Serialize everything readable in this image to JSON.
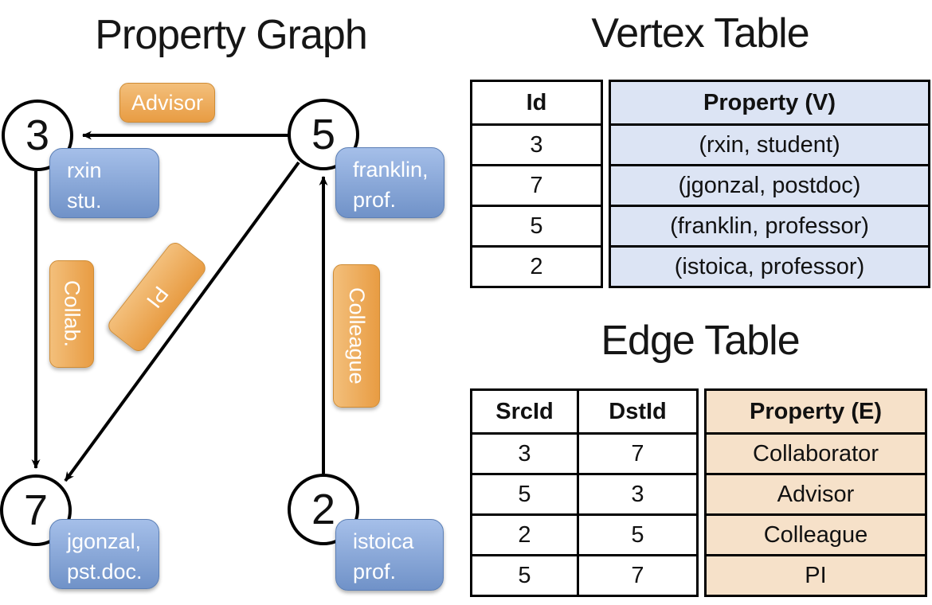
{
  "graph": {
    "title": "Property Graph",
    "nodes": [
      {
        "id": "3",
        "label_line1": "rxin",
        "label_line2": "stu."
      },
      {
        "id": "5",
        "label_line1": "franklin,",
        "label_line2": "prof."
      },
      {
        "id": "7",
        "label_line1": "jgonzal,",
        "label_line2": "pst.doc."
      },
      {
        "id": "2",
        "label_line1": "istoica",
        "label_line2": "prof."
      }
    ],
    "edges": [
      {
        "label": "Advisor",
        "src": "5",
        "dst": "3"
      },
      {
        "label": "Collab.",
        "src": "3",
        "dst": "7"
      },
      {
        "label": "PI",
        "src": "5",
        "dst": "7"
      },
      {
        "label": "Colleague",
        "src": "2",
        "dst": "5"
      }
    ]
  },
  "vertex_table": {
    "title": "Vertex Table",
    "columns": [
      "Id",
      "Property (V)"
    ],
    "rows": [
      [
        "3",
        "(rxin, student)"
      ],
      [
        "7",
        "(jgonzal, postdoc)"
      ],
      [
        "5",
        "(franklin, professor)"
      ],
      [
        "2",
        "(istoica, professor)"
      ]
    ]
  },
  "edge_table": {
    "title": "Edge Table",
    "columns": [
      "SrcId",
      "DstId",
      "Property (E)"
    ],
    "rows": [
      [
        "3",
        "7",
        "Collaborator"
      ],
      [
        "5",
        "3",
        "Advisor"
      ],
      [
        "2",
        "5",
        "Colleague"
      ],
      [
        "5",
        "7",
        "PI"
      ]
    ]
  },
  "colors": {
    "edge_stroke": "#000000",
    "orange_box_top": "#f3bf7b",
    "orange_box_bottom": "#e89c43",
    "blue_box_top": "#a5bfe9",
    "blue_box_bottom": "#7092c8",
    "vertex_fill": "#dce4f4",
    "edge_fill": "#f6e1c9"
  }
}
